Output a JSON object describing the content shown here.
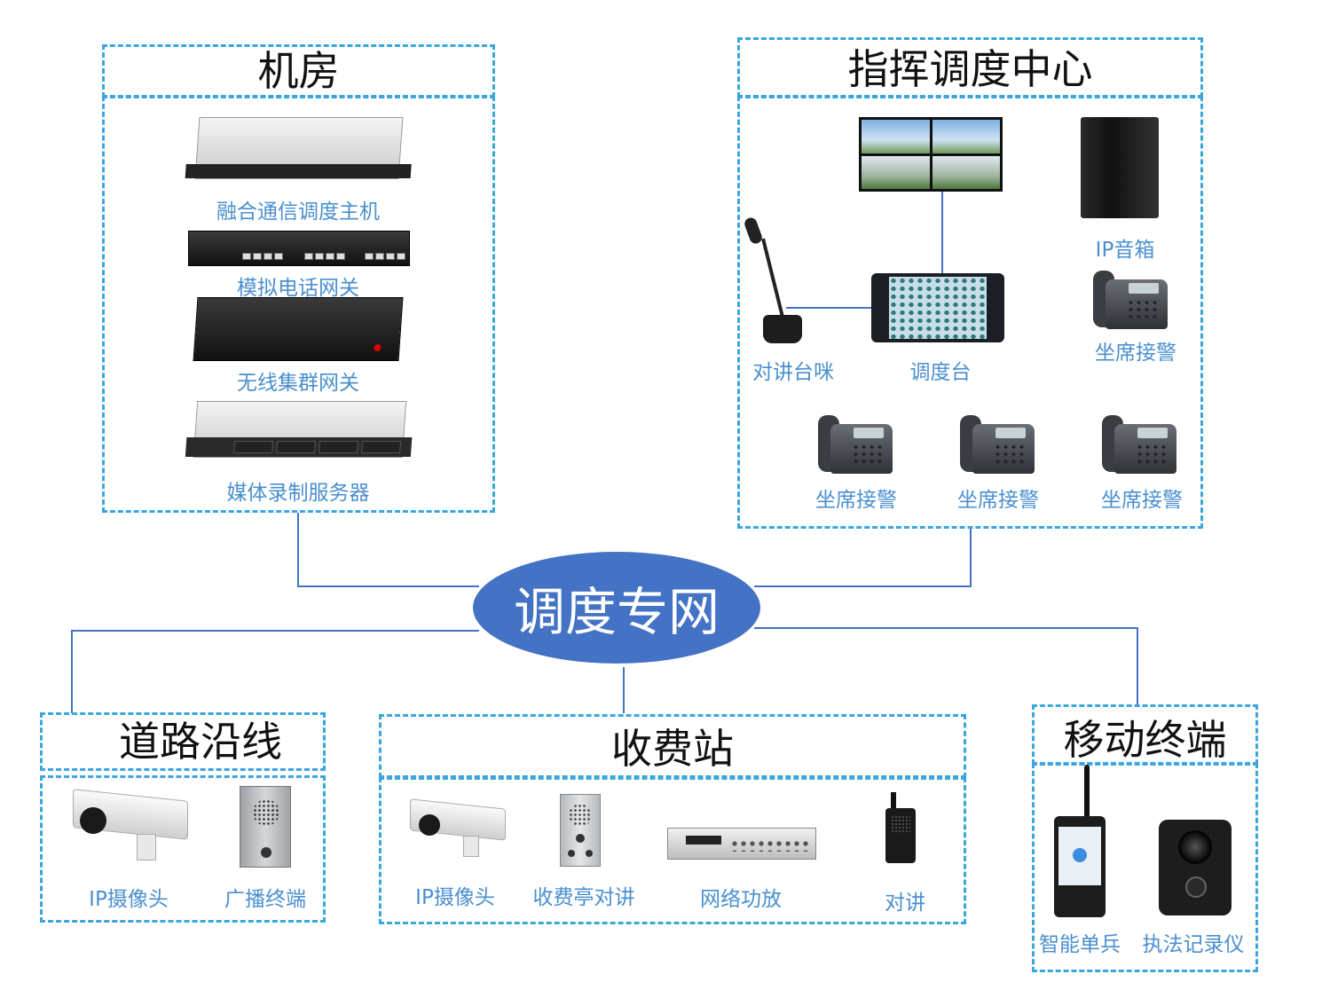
{
  "hub": {
    "label": "调度专网"
  },
  "server_room": {
    "title": "机房",
    "items": [
      "融合通信调度主机",
      "模拟电话网关",
      "无线集群网关",
      "媒体录制服务器"
    ]
  },
  "command_center": {
    "title": "指挥调度中心",
    "items": {
      "ip_speaker": "IP音箱",
      "seat_top": "坐席接警",
      "mic": "对讲台咪",
      "console": "调度台",
      "seat_1": "坐席接警",
      "seat_2": "坐席接警",
      "seat_3": "坐席接警"
    }
  },
  "roadside": {
    "title": "道路沿线",
    "items": [
      "IP摄像头",
      "广播终端"
    ]
  },
  "toll_station": {
    "title": "收费站",
    "items": [
      "IP摄像头",
      "收费亭对讲",
      "网络功放",
      "对讲"
    ]
  },
  "mobile": {
    "title": "移动终端",
    "items": [
      "智能单兵",
      "执法记录仪"
    ]
  },
  "colors": {
    "dashed_border": "#3aa6de",
    "hub_fill": "#4472c4",
    "label": "#4a8fcf"
  }
}
